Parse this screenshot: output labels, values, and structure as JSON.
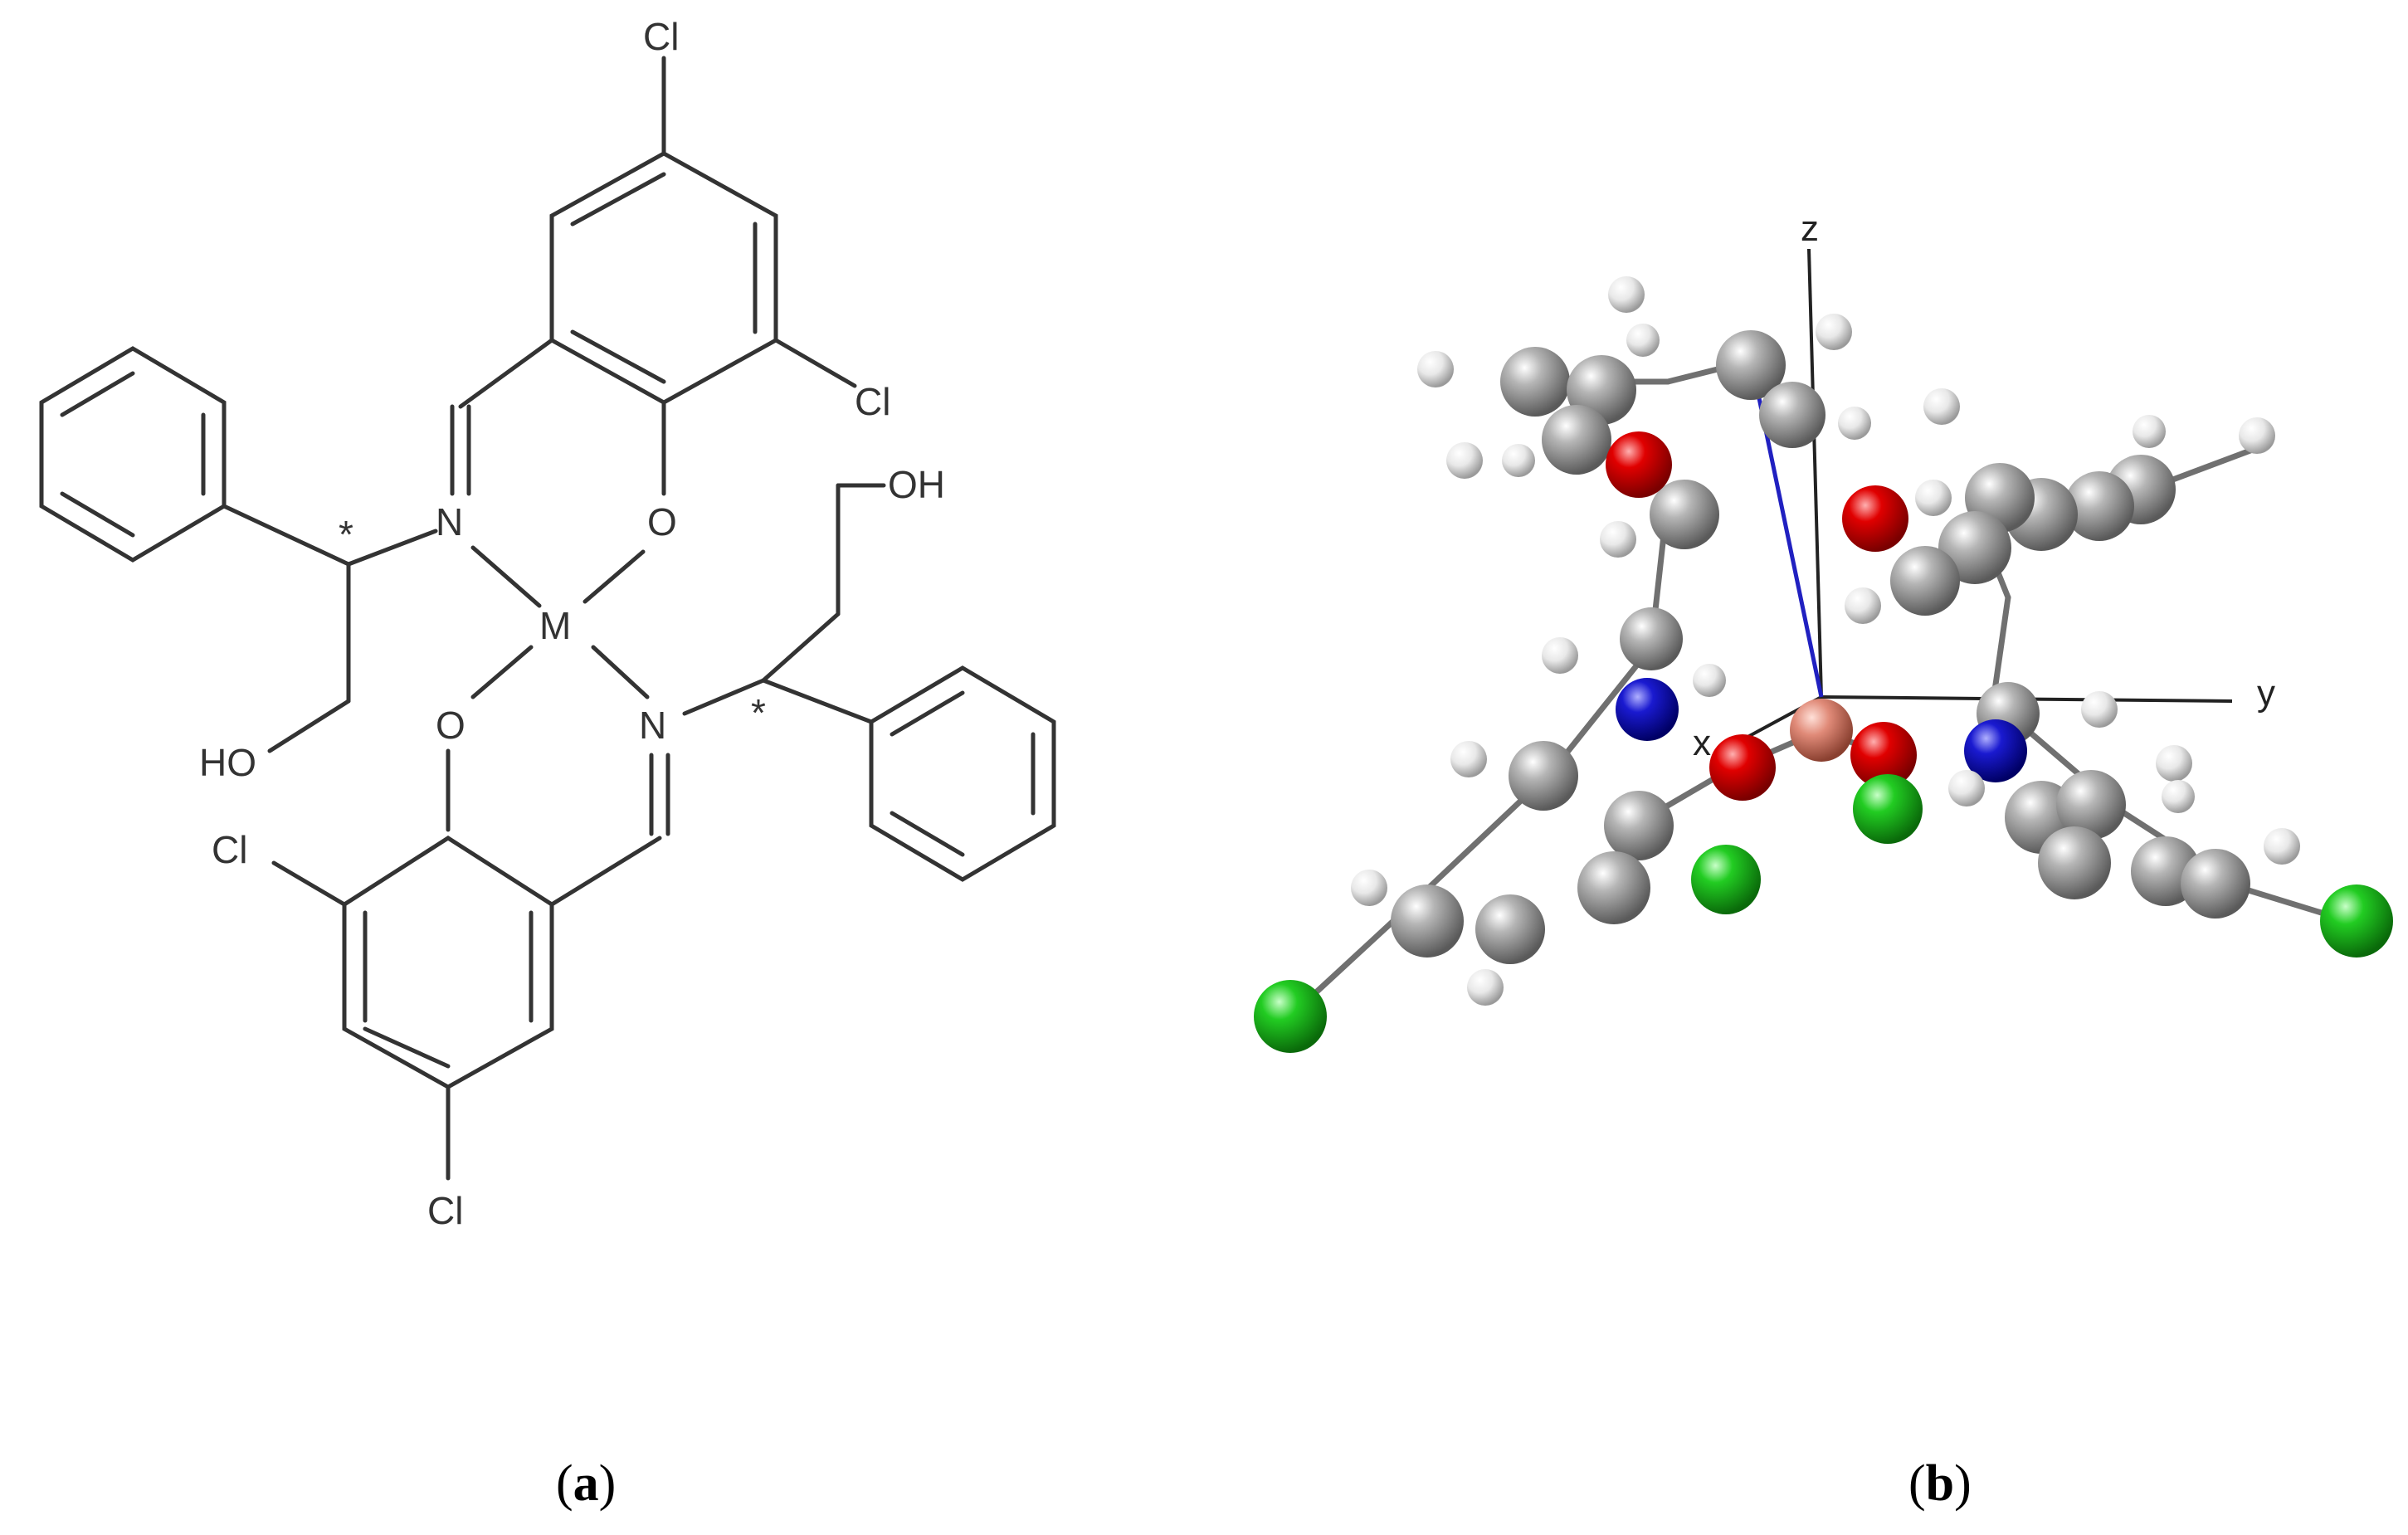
{
  "panel_a": {
    "caption_open": "(",
    "caption_letter": "a",
    "caption_close": ")",
    "labels": {
      "cl_top": "Cl",
      "cl_right": "Cl",
      "oh_right": "OH",
      "n_upper": "N",
      "o_upper": "O",
      "metal": "M",
      "o_lower": "O",
      "n_lower": "N",
      "ho_left": "HO",
      "cl_lower_left": "Cl",
      "cl_bottom": "Cl",
      "star_left": "*",
      "star_right": "*"
    }
  },
  "panel_b": {
    "caption_open": "(",
    "caption_letter": "b",
    "caption_close": ")",
    "axes": {
      "z": "z",
      "y": "y",
      "x": "x"
    },
    "element_colors": {
      "carbon": "#8c8c8c",
      "hydrogen": "#e6e6e6",
      "oxygen": "#e00000",
      "nitrogen": "#1a1ad0",
      "chlorine": "#22cc22",
      "metal": "#e08a78"
    }
  }
}
